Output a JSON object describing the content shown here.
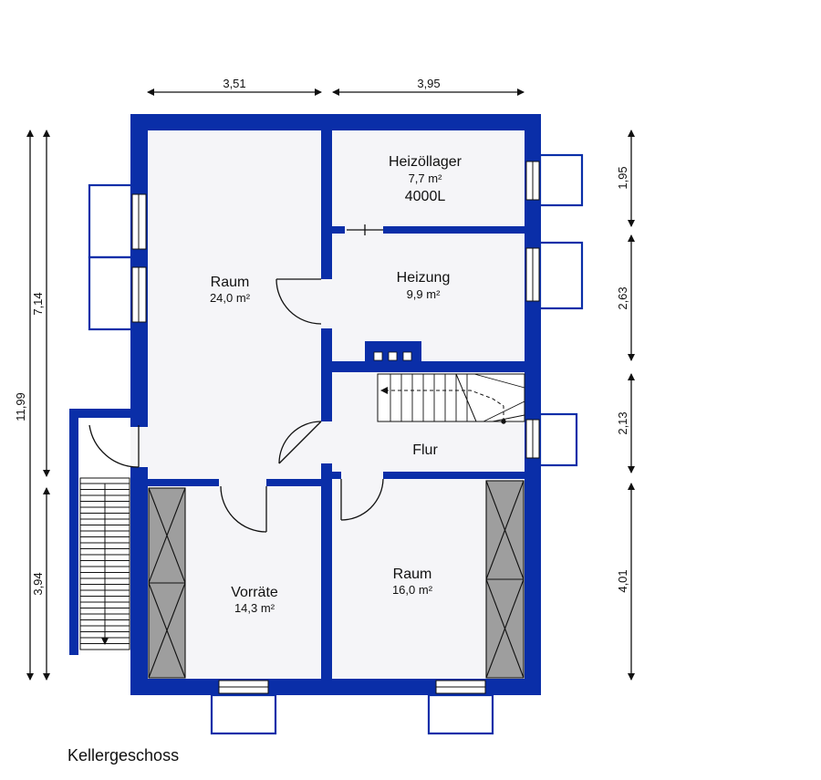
{
  "floor": {
    "caption": "Kellergeschoss",
    "wall_color": "#0a2ea8",
    "floor_color": "#f5f5f8",
    "window_color": "#0a2ea8",
    "cabinet_color": "#9e9e9e"
  },
  "rooms": [
    {
      "id": "raum-west",
      "name": "Raum",
      "area": "24,0 m²",
      "extra": ""
    },
    {
      "id": "heizoellager",
      "name": "Heizöllager",
      "area": "7,7 m²",
      "extra": "4000L"
    },
    {
      "id": "heizung",
      "name": "Heizung",
      "area": "9,9 m²",
      "extra": ""
    },
    {
      "id": "flur",
      "name": "Flur",
      "area": "",
      "extra": ""
    },
    {
      "id": "vorraete",
      "name": "Vorräte",
      "area": "14,3 m²",
      "extra": ""
    },
    {
      "id": "raum-ost",
      "name": "Raum",
      "area": "16,0 m²",
      "extra": ""
    }
  ],
  "dimensions": {
    "top": [
      "3,51",
      "3,95"
    ],
    "left_outer": "11,99",
    "left_inner": [
      "7,14",
      "3,94"
    ],
    "right": [
      "1,95",
      "2,63",
      "2,13",
      "4,01"
    ]
  }
}
